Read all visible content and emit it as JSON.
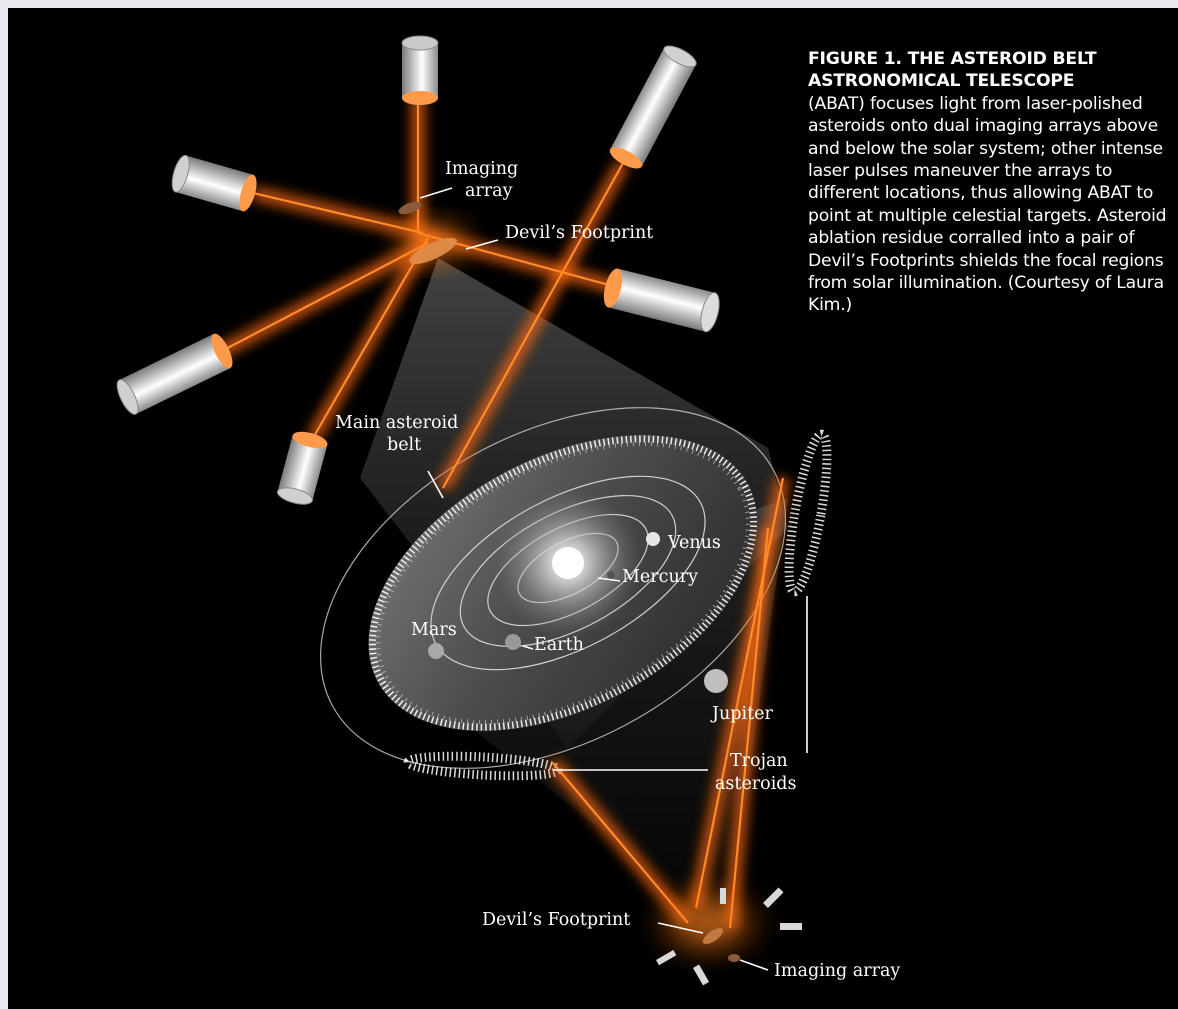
{
  "caption": {
    "title": "FIGURE 1. THE ASTEROID BELT ASTRONOMICAL TELESCOPE",
    "body": "(ABAT) focuses light from laser-polished asteroids onto dual imaging arrays above and below the solar system; other intense laser pulses maneuver the arrays to different locations, thus allowing ABAT to point at multiple celestial targets. Asteroid ablation residue corralled into a pair of Devil’s Footprints shields the focal regions from solar illumination. (Courtesy of Laura Kim.)"
  },
  "labels": {
    "imaging_array_top_1": "Imaging",
    "imaging_array_top_2": "array",
    "devils_footprint_top": "Devil’s Footprint",
    "main_belt_1": "Main asteroid",
    "main_belt_2": "belt",
    "venus": "Venus",
    "mercury": "Mercury",
    "mars": "Mars",
    "earth": "Earth",
    "jupiter": "Jupiter",
    "trojan_1": "Trojan",
    "trojan_2": "asteroids",
    "devils_footprint_bottom": "Devil’s Footprint",
    "imaging_array_bottom": "Imaging array"
  },
  "colors": {
    "background": "#000000",
    "laser": "#ff7a1a",
    "page": "#e9eaf0"
  }
}
